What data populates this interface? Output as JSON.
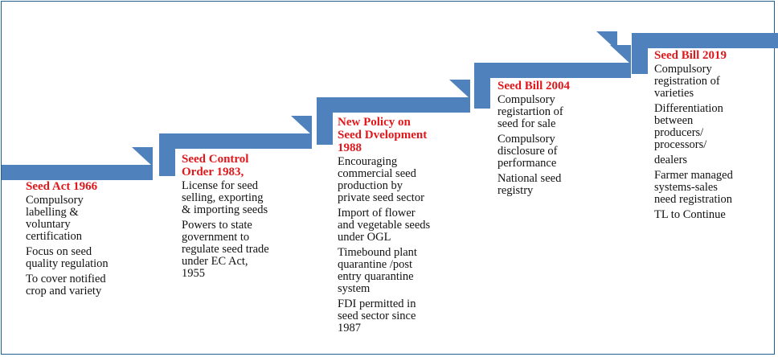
{
  "diagram": {
    "colors": {
      "arrow_fill": "#4f81bd",
      "title": "#e0181b",
      "text": "#111111",
      "frame": "#1f5f8f"
    },
    "steps": [
      {
        "title": [
          "Seed Act 1966"
        ],
        "items": [
          [
            "Compulsory",
            "labelling &",
            "voluntary",
            "certification"
          ],
          [
            "Focus on seed",
            "quality regulation"
          ],
          [
            "To cover notified",
            "crop and variety"
          ]
        ]
      },
      {
        "title": [
          "Seed Control",
          "Order 1983,"
        ],
        "items": [
          [
            "License for seed",
            "selling, exporting",
            "& importing  seeds"
          ],
          [
            "Powers to state",
            "government  to",
            "regulate seed trade",
            "under EC Act,",
            "1955"
          ]
        ]
      },
      {
        "title": [
          "New Policy on",
          "Seed Dvelopment",
          "1988"
        ],
        "items": [
          [
            "Encouraging",
            "commercial seed",
            "production by",
            "private seed sector"
          ],
          [
            "Import of flower",
            "and vegetable seeds",
            "under OGL"
          ],
          [
            "Timebound plant",
            "quarantine /post",
            "entry quarantine",
            "system"
          ],
          [
            "FDI permitted in",
            "seed sector since",
            "1987"
          ]
        ]
      },
      {
        "title": [
          "Seed Bill 2004"
        ],
        "items": [
          [
            "Compulsory",
            "registartion  of",
            "seed for sale"
          ],
          [
            "Compulsory",
            "disclosure of",
            "performance"
          ],
          [
            "National seed",
            "registry"
          ]
        ]
      },
      {
        "title": [
          "Seed Bill 2019"
        ],
        "items": [
          [
            "Compulsory",
            "registration of",
            "varieties"
          ],
          [
            "Differentiation",
            "between",
            "producers/",
            "processors/"
          ],
          [
            "dealers"
          ],
          [
            "Farmer managed",
            "systems-sales",
            "need registration"
          ],
          [
            "TL to Continue"
          ]
        ]
      }
    ]
  }
}
